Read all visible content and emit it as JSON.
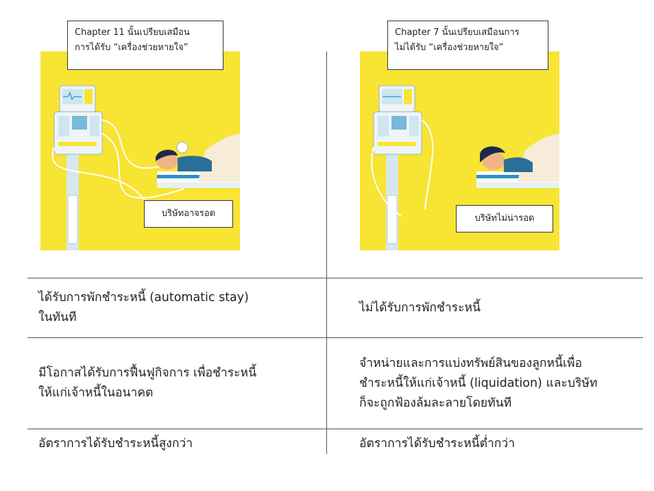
{
  "left_panel": {
    "callout": [
      "Chapter 11 นั้นเปรียบเสมือน",
      "การได้รับ “เครื่องช่วยหายใจ”"
    ],
    "tag": "บริษัทอาจรอด",
    "colors": {
      "background": "#f7e433",
      "screen": "#cde6f2",
      "accent": "#2a8fc7"
    }
  },
  "right_panel": {
    "callout": [
      "Chapter 7 นั้นเปรียบเสมือนการ",
      "ไม่ได้รับ “เครื่องช่วยหายใจ”"
    ],
    "tag": "บริษัทไม่น่ารอด"
  },
  "rows": [
    {
      "left": [
        "ได้รับการพักชำระหนี้ (automatic stay)",
        "ในทันที"
      ],
      "right": [
        "ไม่ได้รับการพักชำระหนี้"
      ]
    },
    {
      "left": [
        "มีโอกาสได้รับการฟื้นฟูกิจการ เพื่อชำระหนี้",
        "ให้แก่เจ้าหนี้ในอนาคต"
      ],
      "right": [
        "จำหน่ายและการแบ่งทรัพย์สินของลูกหนี้เพื่อ",
        "ชำระหนี้ให้แก่เจ้าหนี้ (liquidation) และบริษัท",
        "ก็จะถูกฟ้องล้มละลายโดยทันที"
      ]
    },
    {
      "left": [
        "อัตราการได้รับชำระหนี้สูงกว่า"
      ],
      "right": [
        "อัตราการได้รับชำระหนี้ต่ำกว่า"
      ]
    }
  ]
}
